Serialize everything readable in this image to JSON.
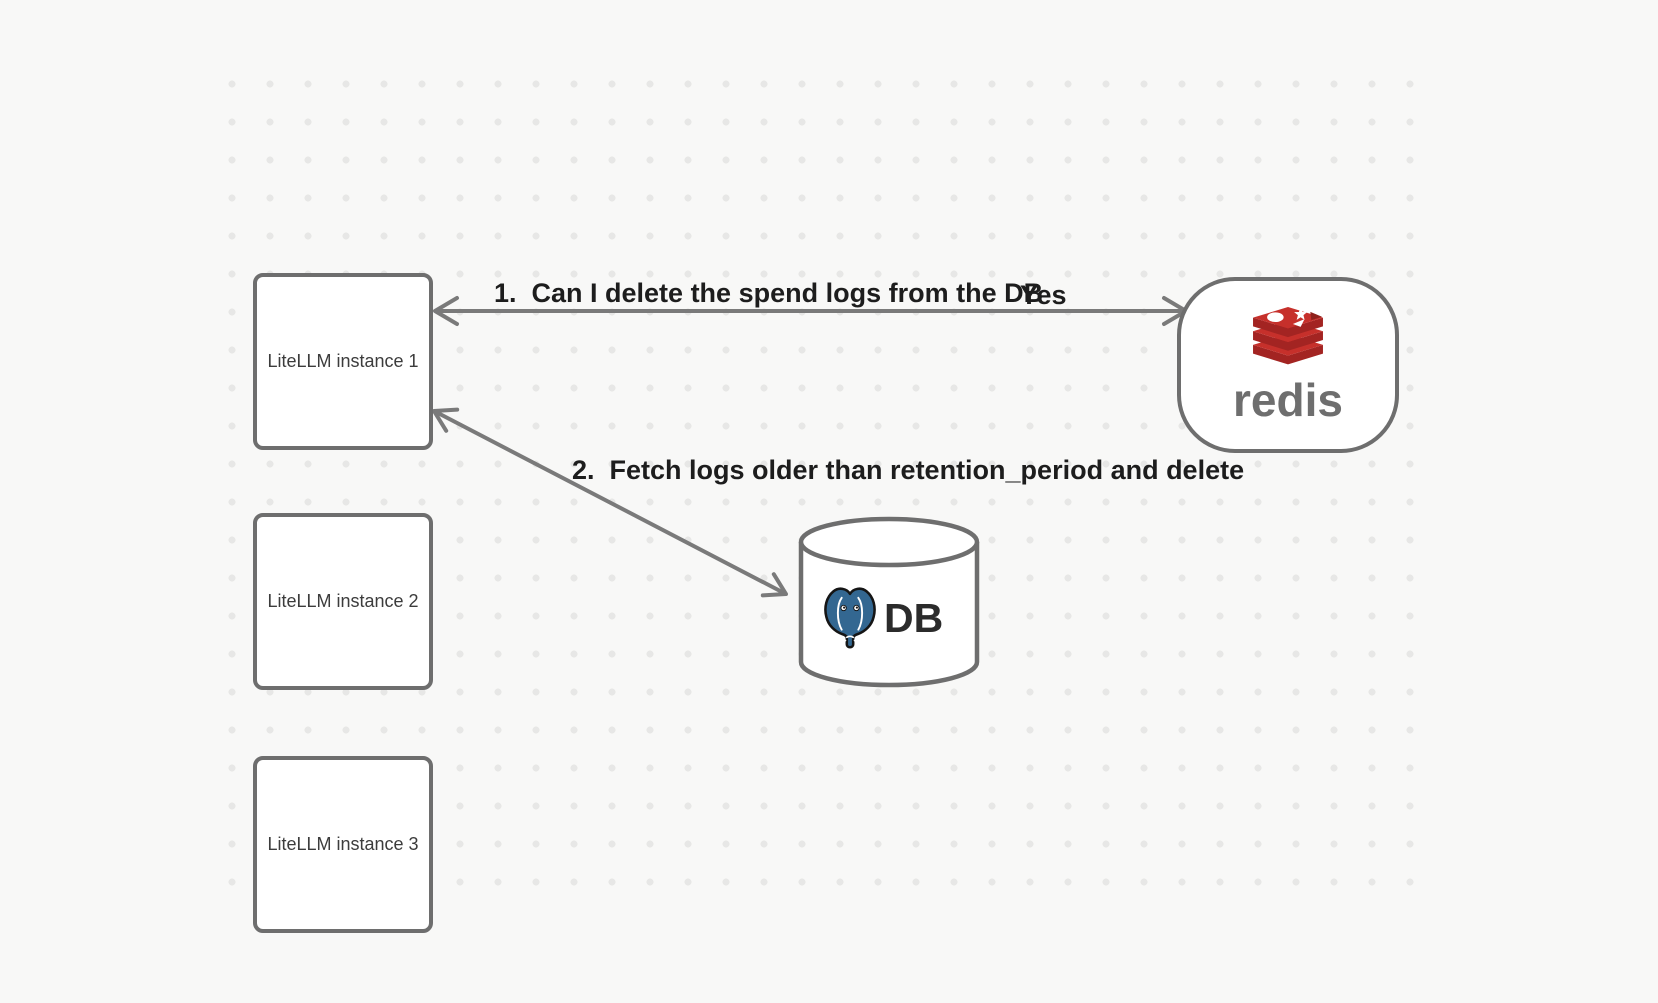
{
  "canvas": {
    "background_color": "#f8f8f7",
    "dot_color": "#e7e7e6"
  },
  "nodes": {
    "instances": [
      {
        "label": "LiteLLM instance 1"
      },
      {
        "label": "LiteLLM instance 2"
      },
      {
        "label": "LiteLLM instance 3"
      }
    ],
    "redis": {
      "label": "redis",
      "icon": "redis-logo",
      "brand_red": "#C6302B",
      "brand_red_dark": "#A32422",
      "wordmark_color": "#6e6e6e"
    },
    "db": {
      "label": "DB",
      "icon": "postgresql-logo",
      "postgres_blue": "#336791"
    }
  },
  "edges": {
    "edge1": {
      "label": "1.  Can I delete the spend logs from the DB",
      "response": "Yes",
      "from": "LiteLLM instance 1",
      "to": "redis",
      "style": "double-headed-arrow"
    },
    "edge2": {
      "label": "2.  Fetch logs older than retention_period and delete",
      "from": "LiteLLM instance 1",
      "to": "DB",
      "style": "double-headed-arrow"
    }
  },
  "stroke_colors": {
    "node_border": "#6e6e6e",
    "arrow": "#7a7a7a",
    "label_text": "#1d1d1d",
    "box_text": "#3c3c3c"
  }
}
